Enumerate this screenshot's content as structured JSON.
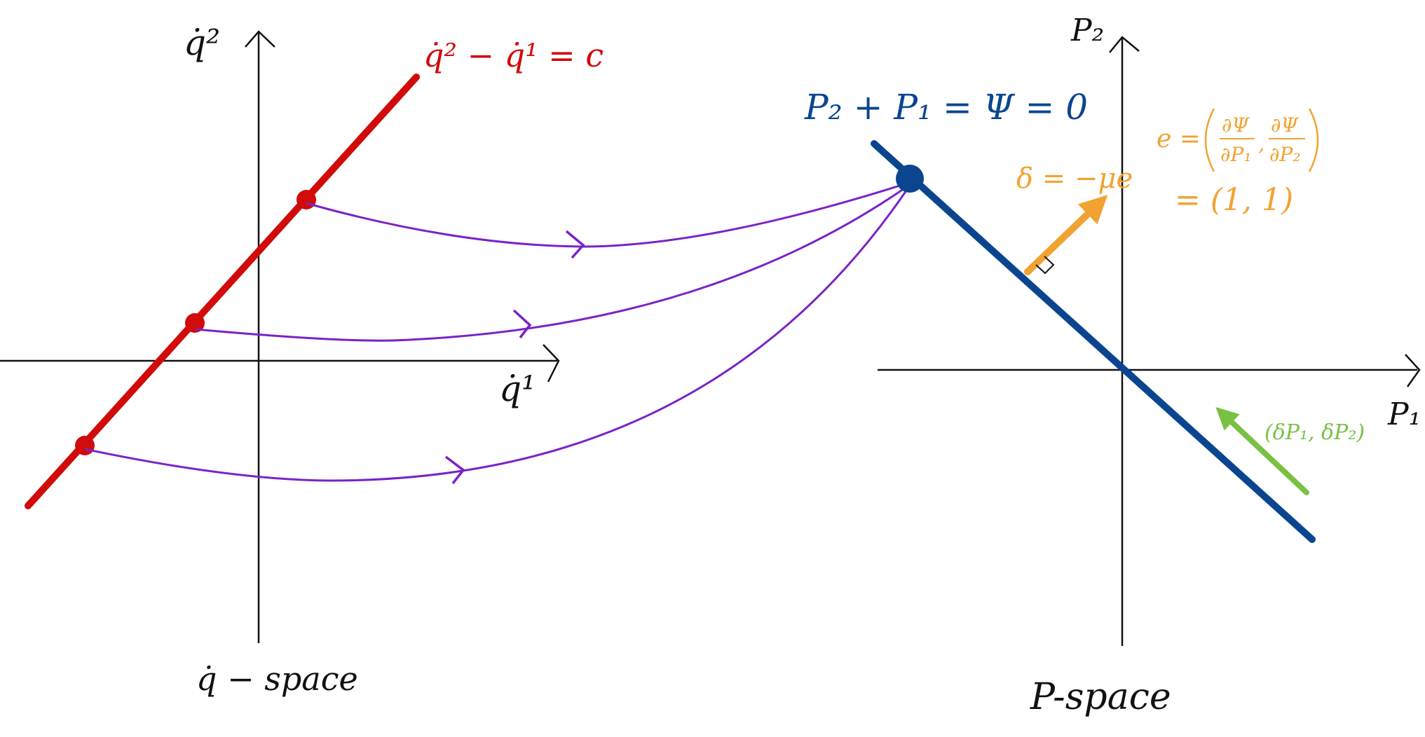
{
  "colors": {
    "ink": "#111111",
    "red": "#d10a0a",
    "purple": "#7a22c8",
    "blue": "#0b4590",
    "orange": "#f2a232",
    "green": "#79c143"
  },
  "left_panel": {
    "y_axis_label": "q̇²",
    "x_axis_label": "q̇¹",
    "line_label": "q̇² − q̇¹ = c",
    "space_label": "q̇ − space"
  },
  "right_panel": {
    "y_axis_label": "P₂",
    "x_axis_label": "P₁",
    "line_label": "P₂ + P₁ = Ψ = 0",
    "delta_label": "δ = −μe",
    "e_label": "e =",
    "e_fraction_1": {
      "numerator": "∂Ψ",
      "denominator": "∂P₁"
    },
    "e_fraction_2": {
      "numerator": "∂Ψ",
      "denominator": "∂P₂"
    },
    "e_value": "= (1, 1)",
    "green_label": "(δP₁, δP₂)",
    "space_label": "P-space"
  }
}
